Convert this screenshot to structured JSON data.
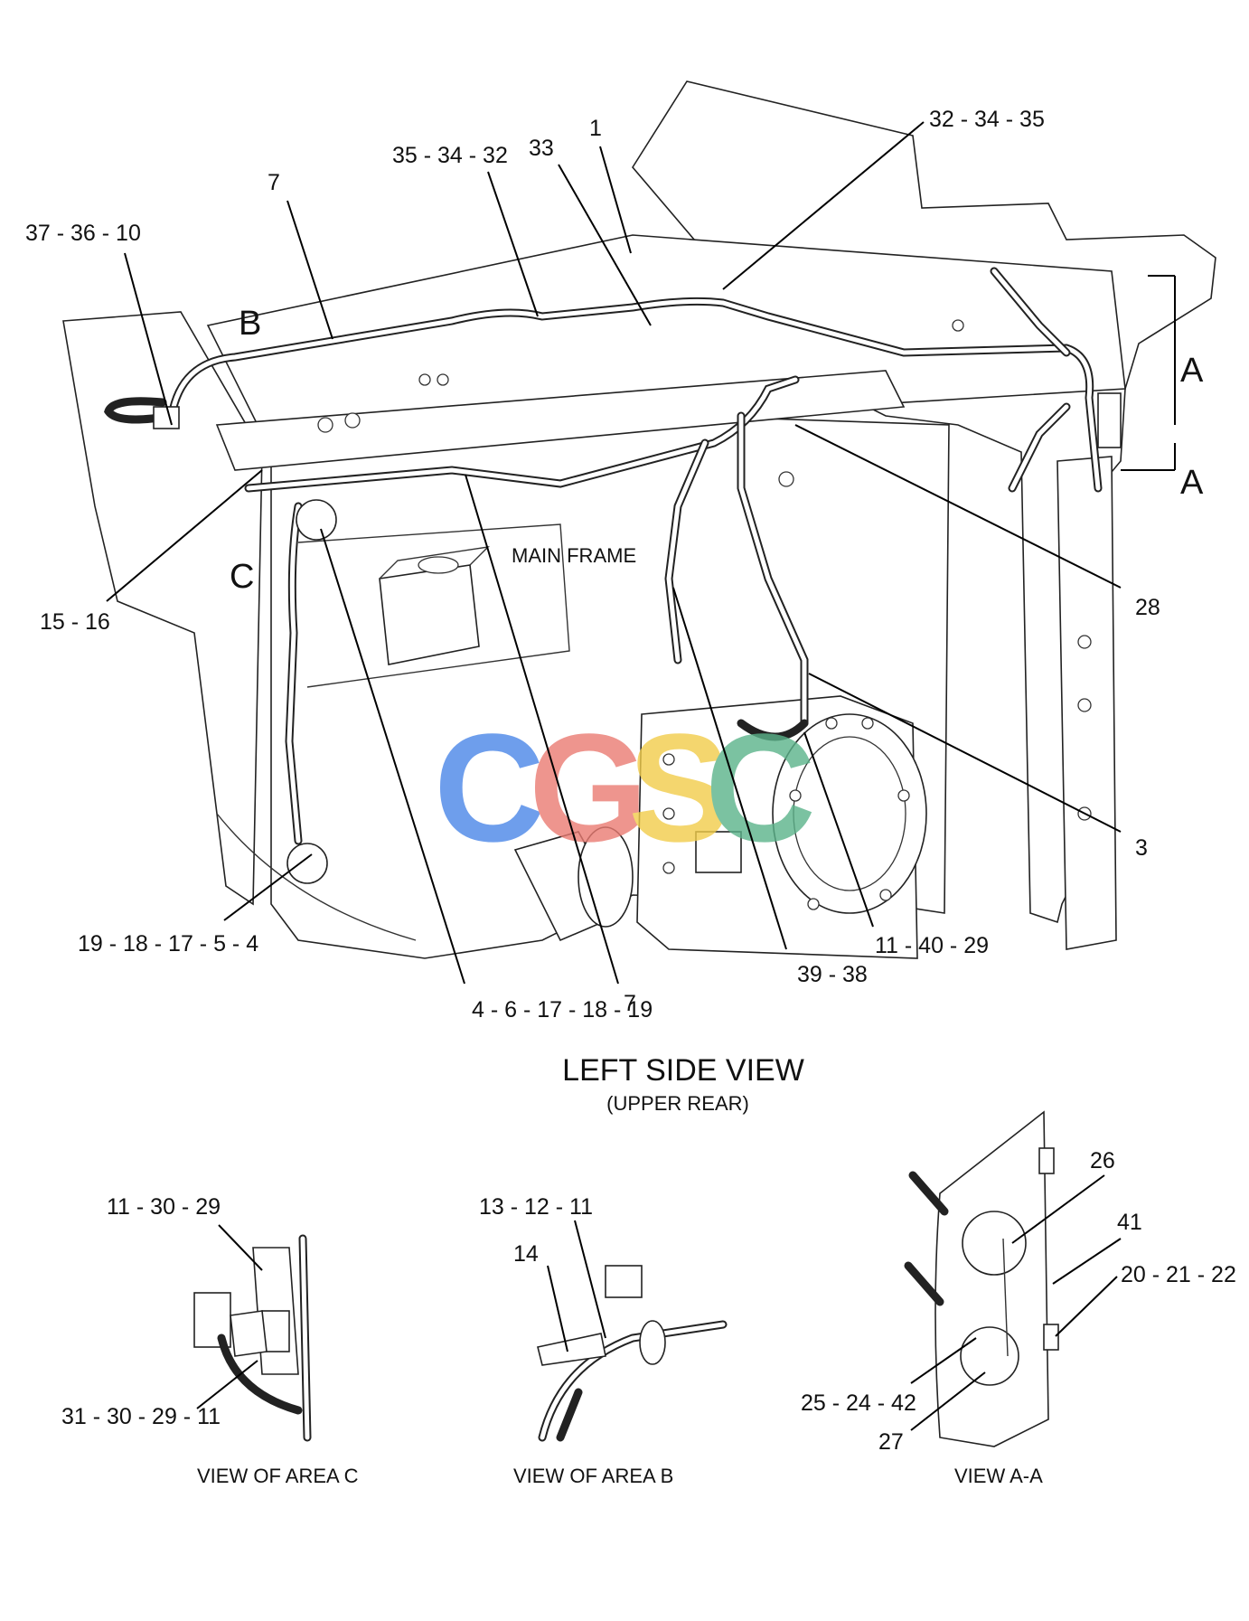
{
  "labels": {
    "l_37_36_10": "37 - 36 - 10",
    "l_7_top": "7",
    "l_35_34_32": "35 - 34 - 32",
    "l_33": "33",
    "l_1": "1",
    "l_32_34_35": "32 - 34 - 35",
    "l_15_16": "15 - 16",
    "l_28": "28",
    "l_3": "3",
    "l_19_18_17_5_4": "19 - 18 - 17 - 5 - 4",
    "l_4_6_17_18_19": "4 - 6 - 17 - 18 - 19",
    "l_7_bottom": "7",
    "l_39_38": "39 - 38",
    "l_11_40_29": "11 - 40 - 29",
    "l_11_30_29": "11 - 30 - 29",
    "l_31_30_29_11": "31 - 30 - 29 - 11",
    "l_13_12_11": "13 - 12 - 11",
    "l_14": "14",
    "l_26": "26",
    "l_41": "41",
    "l_20_21_22": "20 - 21 - 22",
    "l_25_24_42": "25 - 24 - 42",
    "l_27": "27"
  },
  "callouts": {
    "area_a_top": "A",
    "area_a_bottom": "A",
    "area_b": "B",
    "area_c": "C"
  },
  "frame_label": "MAIN FRAME",
  "view_title": "LEFT SIDE VIEW",
  "view_subtitle": "(UPPER REAR)",
  "captions": {
    "view_c": "VIEW OF AREA C",
    "view_b": "VIEW OF AREA B",
    "view_aa": "VIEW A-A"
  },
  "watermark": {
    "text": "CGSC",
    "colors": [
      "#4a86e8",
      "#ea7b72",
      "#f2cd4a",
      "#5bb38a"
    ]
  }
}
